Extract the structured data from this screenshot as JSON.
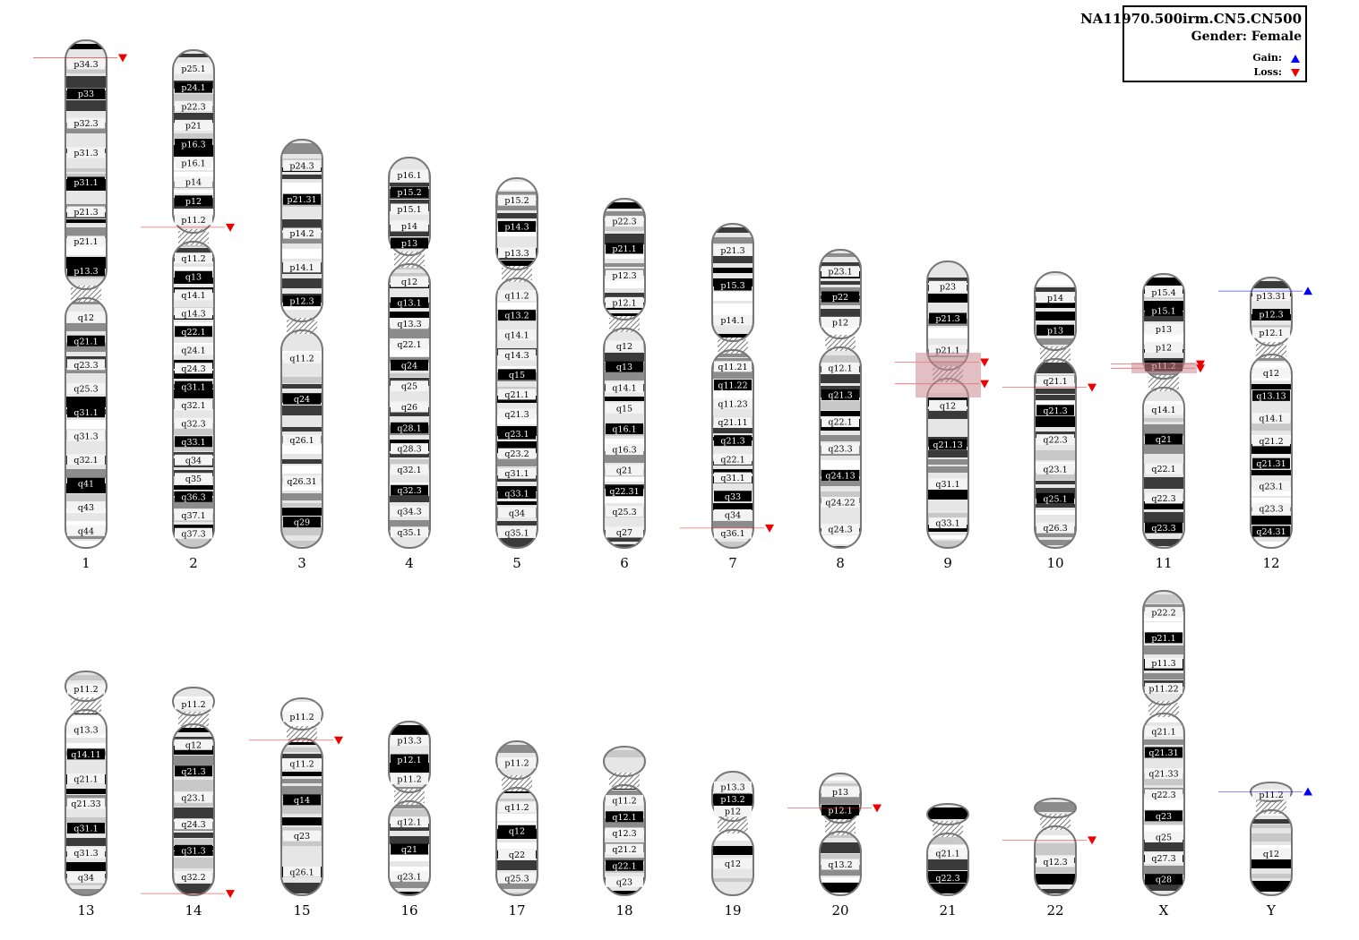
{
  "legend": {
    "title": "NA11970.500irm.CN5.CN500",
    "gender": "Gender: Female",
    "gain_label": "Gain:",
    "loss_label": "Loss:",
    "gain_color": "#0000ff",
    "loss_color": "#ee0000",
    "region_color": "#c98b8f"
  },
  "chromosomes": [
    {
      "name": "1",
      "labels": [
        "p34.3",
        "p33",
        "p32.3",
        "p31.3",
        "p31.1",
        "p21.3",
        "p21.1",
        "p13.3",
        "q12",
        "q21.1",
        "q23.3",
        "q25.3",
        "q31.1",
        "q31.3",
        "q32.1",
        "q41",
        "q43",
        "q44"
      ],
      "events": [
        {
          "type": "loss",
          "arm": "p",
          "frac": 0.07
        }
      ]
    },
    {
      "name": "2",
      "labels": [
        "p25.1",
        "p24.1",
        "p22.3",
        "p21",
        "p16.3",
        "p16.1",
        "p14",
        "p12",
        "p11.2",
        "q11.2",
        "q13",
        "q14.1",
        "q14.3",
        "q22.1",
        "q24.1",
        "q24.3",
        "q31.1",
        "q32.1",
        "q32.3",
        "q33.1",
        "q34",
        "q35",
        "q36.3",
        "q37.1",
        "q37.3"
      ],
      "events": [
        {
          "type": "loss",
          "arm": "p",
          "frac": 0.97
        }
      ]
    },
    {
      "name": "3",
      "labels": [
        "p24.3",
        "p21.31",
        "p14.2",
        "p14.1",
        "p12.3",
        "q11.2",
        "q24",
        "q26.1",
        "q26.31",
        "q29"
      ],
      "events": []
    },
    {
      "name": "4",
      "labels": [
        "p16.1",
        "p15.2",
        "p15.1",
        "p14",
        "p13",
        "q12",
        "q13.1",
        "q13.3",
        "q22.1",
        "q24",
        "q25",
        "q26",
        "q28.1",
        "q28.3",
        "q32.1",
        "q32.3",
        "q34.3",
        "q35.1"
      ],
      "events": []
    },
    {
      "name": "5",
      "labels": [
        "p15.2",
        "p14.3",
        "p13.3",
        "q11.2",
        "q13.2",
        "q14.1",
        "q14.3",
        "q15",
        "q21.1",
        "q21.3",
        "q23.1",
        "q23.2",
        "q31.1",
        "q33.1",
        "q34",
        "q35.1"
      ],
      "events": []
    },
    {
      "name": "6",
      "labels": [
        "p22.3",
        "p21.1",
        "p12.3",
        "p12.1",
        "q12",
        "q13",
        "q14.1",
        "q15",
        "q16.1",
        "q16.3",
        "q21",
        "q22.31",
        "q25.3",
        "q27"
      ],
      "events": []
    },
    {
      "name": "7",
      "labels": [
        "p21.3",
        "p15.3",
        "p14.1",
        "q11.21",
        "q11.22",
        "q11.23",
        "q21.11",
        "q21.3",
        "q22.1",
        "q31.1",
        "q33",
        "q34",
        "q36.1"
      ],
      "events": [
        {
          "type": "loss",
          "arm": "q",
          "frac": 0.9
        }
      ]
    },
    {
      "name": "8",
      "labels": [
        "p23.1",
        "p22",
        "p12",
        "q12.1",
        "q21.3",
        "q22.1",
        "q23.3",
        "q24.13",
        "q24.22",
        "q24.3"
      ],
      "events": []
    },
    {
      "name": "9",
      "labels": [
        "p23",
        "p21.3",
        "p21.1",
        "q12",
        "q21.13",
        "q31.1",
        "q33.1"
      ],
      "events": [
        {
          "type": "loss",
          "arm": "p",
          "frac": 0.93
        },
        {
          "type": "loss",
          "arm": "q",
          "frac": 0.03
        }
      ]
    },
    {
      "name": "10",
      "labels": [
        "p14",
        "p13",
        "q21.1",
        "q21.3",
        "q22.3",
        "q23.1",
        "q25.1",
        "q26.3"
      ],
      "events": [
        {
          "type": "loss",
          "arm": "q",
          "frac": 0.15
        }
      ]
    },
    {
      "name": "11",
      "labels": [
        "p15.4",
        "p15.1",
        "p13",
        "p12",
        "p11.2",
        "q14.1",
        "q21",
        "q22.1",
        "q22.3",
        "q23.3"
      ],
      "events": [
        {
          "type": "loss",
          "arm": "p",
          "frac": 0.86
        },
        {
          "type": "loss",
          "arm": "p",
          "frac": 0.9
        }
      ]
    },
    {
      "name": "12",
      "labels": [
        "p13.31",
        "p12.3",
        "p12.1",
        "q12",
        "q13.13",
        "q14.1",
        "q21.2",
        "q21.31",
        "q23.1",
        "q23.3",
        "q24.31"
      ],
      "events": [
        {
          "type": "gain",
          "arm": "p",
          "frac": 0.2
        }
      ]
    },
    {
      "name": "13",
      "labels": [
        "p11.2",
        "q13.3",
        "q14.11",
        "q21.1",
        "q21.33",
        "q31.1",
        "q31.3",
        "q34"
      ],
      "events": []
    },
    {
      "name": "14",
      "labels": [
        "p11.2",
        "q12",
        "q21.3",
        "q23.1",
        "q24.3",
        "q31.3",
        "q32.2"
      ],
      "events": [
        {
          "type": "loss",
          "arm": "q",
          "frac": 0.99
        }
      ]
    },
    {
      "name": "15",
      "labels": [
        "p11.2",
        "q11.2",
        "q14",
        "q23",
        "q26.1"
      ],
      "events": [
        {
          "type": "loss",
          "arm": "q",
          "frac": 0.01
        }
      ]
    },
    {
      "name": "16",
      "labels": [
        "p13.3",
        "p12.1",
        "p11.2",
        "q12.1",
        "q21",
        "q23.1"
      ],
      "events": []
    },
    {
      "name": "17",
      "labels": [
        "p11.2",
        "q11.2",
        "q12",
        "q22",
        "q25.3"
      ],
      "events": []
    },
    {
      "name": "18",
      "labels": [
        "q11.2",
        "q12.1",
        "q12.3",
        "q21.2",
        "q22.1",
        "q23"
      ],
      "events": []
    },
    {
      "name": "19",
      "labels": [
        "p13.3",
        "p13.2",
        "p12",
        "q12"
      ],
      "events": []
    },
    {
      "name": "20",
      "labels": [
        "p13",
        "p12.1",
        "q13.2"
      ],
      "events": [
        {
          "type": "loss",
          "arm": "p",
          "frac": 0.7
        }
      ]
    },
    {
      "name": "21",
      "labels": [
        "q21.1",
        "q22.3"
      ],
      "events": []
    },
    {
      "name": "22",
      "labels": [
        "q12.3"
      ],
      "events": [
        {
          "type": "loss",
          "arm": "q",
          "frac": 0.2
        }
      ]
    },
    {
      "name": "X",
      "labels": [
        "p22.2",
        "p21.1",
        "p11.3",
        "p11.22",
        "q21.1",
        "q21.31",
        "q21.33",
        "q22.3",
        "q23",
        "q25",
        "q27.3",
        "q28"
      ],
      "events": []
    },
    {
      "name": "Y",
      "labels": [
        "p11.2",
        "q12"
      ],
      "events": [
        {
          "type": "gain",
          "arm": "p",
          "frac": 0.5
        }
      ]
    }
  ]
}
